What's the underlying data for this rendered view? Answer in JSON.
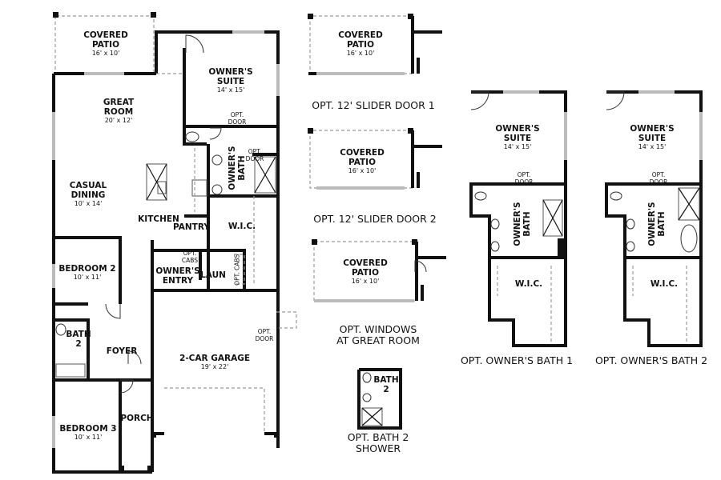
{
  "main_plan": {
    "covered_patio": {
      "name": "COVERED\nPATIO",
      "size": "16' x 10'"
    },
    "great_room": {
      "name": "GREAT\nROOM",
      "size": "20' x 12'"
    },
    "owners_suite": {
      "name": "OWNER'S\nSUITE",
      "size": "14' x 15'"
    },
    "casual_dining": {
      "name": "CASUAL\nDINING",
      "size": "10' x 14'"
    },
    "owners_bath": "OWNER'S\nBATH",
    "opt_door_1": "OPT.\nDOOR",
    "opt_door_2": "OPT.\nDOOR",
    "kitchen": "KITCHEN",
    "pantry": "PANTRY",
    "wic": "W.I.C.",
    "opt_cabs_1": "OPT.\nCABS",
    "opt_cabs_2": "OPT. CABS",
    "owners_entry": "OWNER'S\nENTRY",
    "laun": "LAUN",
    "bedroom_2": {
      "name": "BEDROOM 2",
      "size": "10' x 11'"
    },
    "bath_2": "BATH\n2",
    "foyer": "FOYER",
    "garage": {
      "name": "2-CAR GARAGE",
      "size": "19' x 22'"
    },
    "garage_opt_door": "OPT.\nDOOR",
    "porch": "PORCH",
    "bedroom_3": {
      "name": "BEDROOM 3",
      "size": "10' x 11'"
    }
  },
  "options": {
    "slider_1": {
      "patio": "COVERED\nPATIO",
      "size": "16' x 10'",
      "caption": "OPT. 12' SLIDER DOOR 1"
    },
    "slider_2": {
      "patio": "COVERED\nPATIO",
      "size": "16' x 10'",
      "caption": "OPT. 12' SLIDER DOOR 2"
    },
    "windows": {
      "patio": "COVERED\nPATIO",
      "size": "16' x 10'",
      "caption": "OPT. WINDOWS\nAT GREAT ROOM"
    },
    "bath2_shower": {
      "bath": "BATH\n2",
      "caption": "OPT. BATH 2\nSHOWER"
    },
    "owners_bath_1": {
      "suite": "OWNER'S\nSUITE",
      "size": "14' x 15'",
      "opt_door": "OPT.\nDOOR",
      "bath": "OWNER'S\nBATH",
      "wic": "W.I.C.",
      "caption": "OPT. OWNER'S BATH 1"
    },
    "owners_bath_2": {
      "suite": "OWNER'S\nSUITE",
      "size": "14' x 15'",
      "opt_door": "OPT.\nDOOR",
      "bath": "OWNER'S\nBATH",
      "wic": "W.I.C.",
      "caption": "OPT. OWNER'S BATH 2"
    }
  },
  "colors": {
    "wall": "#111111",
    "dashed": "#999999",
    "window": "#bbbbbb"
  }
}
